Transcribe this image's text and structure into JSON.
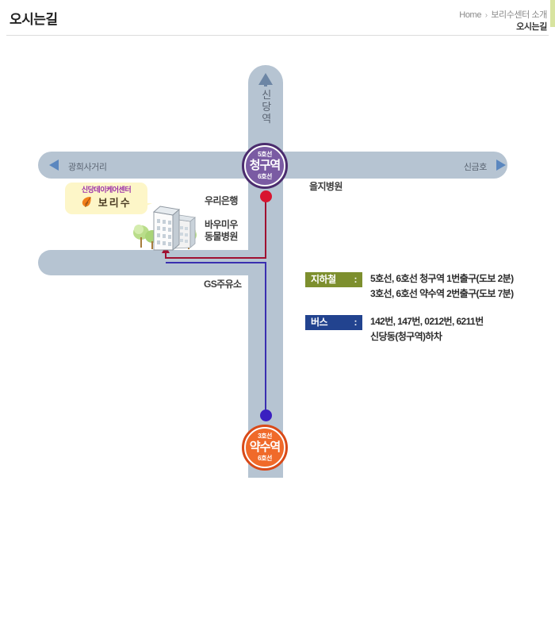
{
  "header": {
    "title": "오시는길",
    "breadcrumb": {
      "home": "Home",
      "separator": "›",
      "section": "보리수센터 소개",
      "current": "오시는길"
    }
  },
  "map": {
    "vertical_road_label": "신당역",
    "vertical_road_label_chars": [
      "신",
      "당",
      "역"
    ],
    "directions": {
      "left_label": "광희사거리",
      "right_label": "신금호"
    },
    "stations": [
      {
        "id": "cheonggu",
        "line_top": "5호선",
        "name": "청구역",
        "line_bottom": "6호선",
        "color": "#4b2c6e",
        "inner_color": "#7a5ba3"
      },
      {
        "id": "yaksu",
        "line_top": "3호선",
        "name": "약수역",
        "line_bottom": "6호선",
        "color": "#d94a18",
        "inner_color": "#f06a2a"
      }
    ],
    "pois": [
      {
        "id": "eulji",
        "label": "을지병원"
      },
      {
        "id": "woori",
        "label": "우리은행"
      },
      {
        "id": "animal",
        "label": "바우미우\n동물병원"
      },
      {
        "id": "animal_line1",
        "label": "바우미우"
      },
      {
        "id": "animal_line2",
        "label": "동물병원"
      },
      {
        "id": "gs",
        "label": "GS주유소"
      }
    ],
    "callout": {
      "title": "신당데이케어센터",
      "brand": "보리수",
      "bg_color": "#fdf6c8",
      "title_color": "#9a2ea8"
    },
    "route_colors": {
      "from_cheonggu": "#a01030",
      "from_yaksu": "#3a2fb0"
    }
  },
  "info": {
    "subway": {
      "tag": "지하철",
      "colon": ":",
      "tag_color": "#7d8f2e",
      "lines": [
        "5호선, 6호선 청구역 1번출구(도보 2분)",
        "3호선, 6호선 약수역 2번출구(도보 7분)"
      ]
    },
    "bus": {
      "tag": "버스",
      "colon": ":",
      "tag_color": "#22438f",
      "lines": [
        "142번, 147번, 0212번, 6211번",
        "신당동(청구역)하차"
      ]
    }
  }
}
